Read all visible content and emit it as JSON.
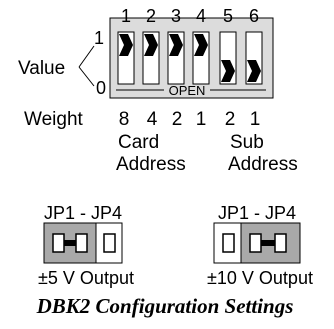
{
  "dip_switch": {
    "numbers": [
      "1",
      "2",
      "3",
      "4",
      "5",
      "6"
    ],
    "states": [
      1,
      1,
      1,
      1,
      0,
      0
    ],
    "open_label": "OPEN"
  },
  "value_axis": {
    "label": "Value",
    "high": "1",
    "low": "0"
  },
  "weights": {
    "label": "Weight",
    "values": [
      "8",
      "4",
      "2",
      "1",
      "2",
      "1"
    ]
  },
  "groups": {
    "card": {
      "line1": "Card",
      "line2": "Address"
    },
    "sub": {
      "line1": "Sub",
      "line2": "Address"
    }
  },
  "jumpers": [
    {
      "title": "JP1 - JP4",
      "output": "±5 V Output",
      "shorted": "left"
    },
    {
      "title": "JP1 - JP4",
      "output": "±10 V Output",
      "shorted": "right"
    }
  ],
  "caption": "DBK2 Configuration Settings",
  "colors": {
    "switch_body": "#dcdcdc",
    "jumper_body": "#a9a9a9",
    "ink": "#000000"
  }
}
